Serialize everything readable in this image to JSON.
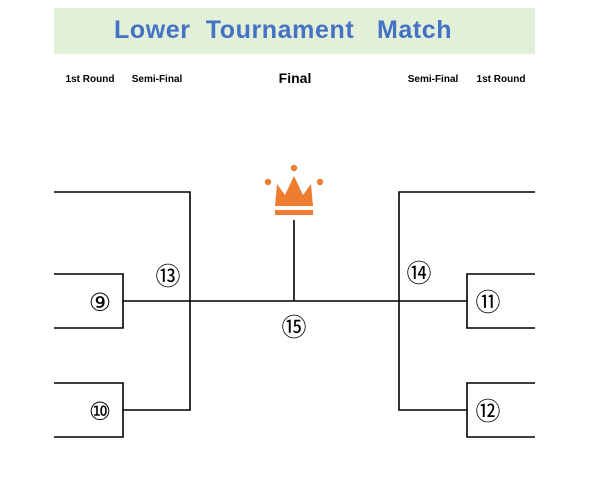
{
  "title": "Lower  Tournament   Match",
  "rounds": {
    "left_first": "1st Round",
    "left_semi": "Semi-Final",
    "final": "Final",
    "right_semi": "Semi-Final",
    "right_first": "1st Round"
  },
  "matches": {
    "m9": "⑨",
    "m10": "⑩",
    "m11": "⑪",
    "m12": "⑫",
    "m13": "⑬",
    "m14": "⑭",
    "m15": "⑮"
  },
  "colors": {
    "title_bg": "#e2efd9",
    "title_text": "#4472c4",
    "crown": "#ed7d31",
    "lines": "#000000"
  },
  "icons": {
    "trophy": "crown-icon"
  }
}
